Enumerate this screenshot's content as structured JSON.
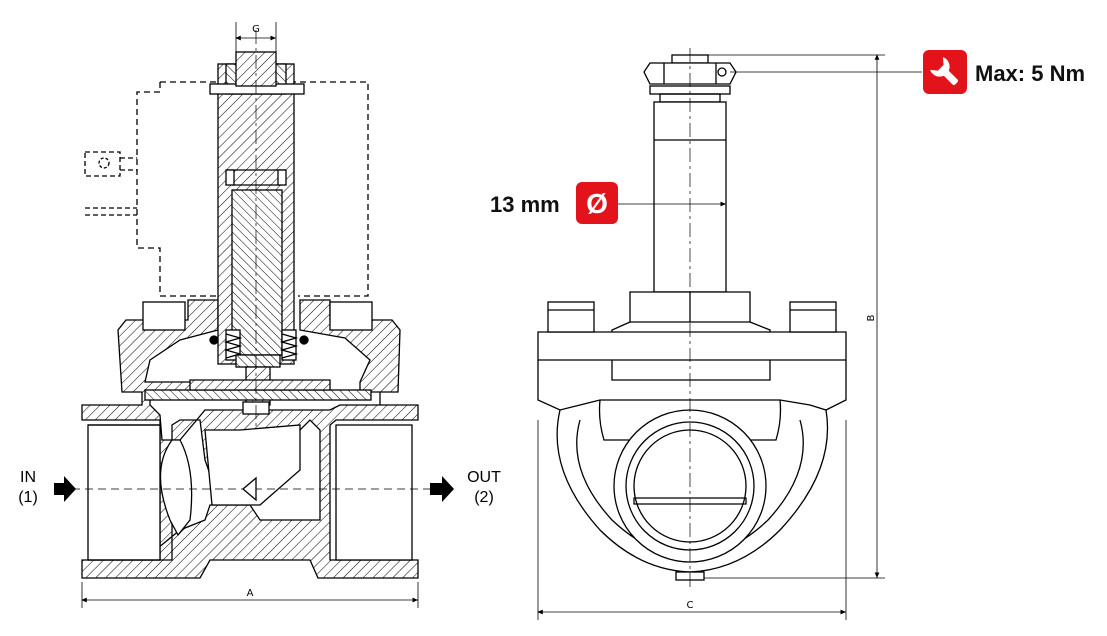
{
  "dimensions": {
    "g": "G",
    "a": "A",
    "b": "B",
    "c": "C"
  },
  "ports": {
    "inlet": {
      "name": "IN",
      "number": "(1)"
    },
    "outlet": {
      "name": "OUT",
      "number": "(2)"
    }
  },
  "callouts": {
    "torque": {
      "text": "Max: 5 Nm",
      "icon": "wrench-icon"
    },
    "diameter": {
      "text": "13 mm",
      "icon": "diameter-icon",
      "symbol": "Ø"
    }
  },
  "colors": {
    "accent": "#e3131b",
    "line": "#000000"
  }
}
